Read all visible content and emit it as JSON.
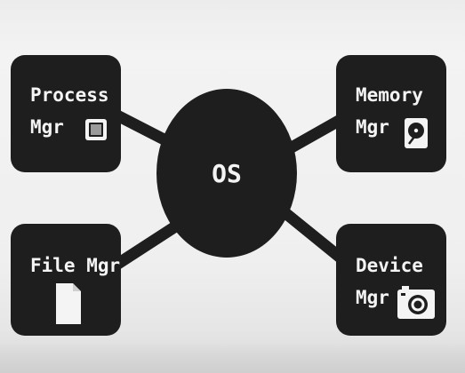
{
  "diagram": {
    "center": {
      "label": "OS"
    },
    "nodes": {
      "process": {
        "line1": "Process",
        "line2": "Mgr",
        "icon": "processor-chip-icon"
      },
      "memory": {
        "line1": "Memory",
        "line2": "Mgr",
        "icon": "hard-disk-icon"
      },
      "file": {
        "line1": "File Mgr",
        "icon": "document-icon"
      },
      "device": {
        "line1": "Device",
        "line2": "Mgr",
        "icon": "camera-icon"
      }
    }
  }
}
